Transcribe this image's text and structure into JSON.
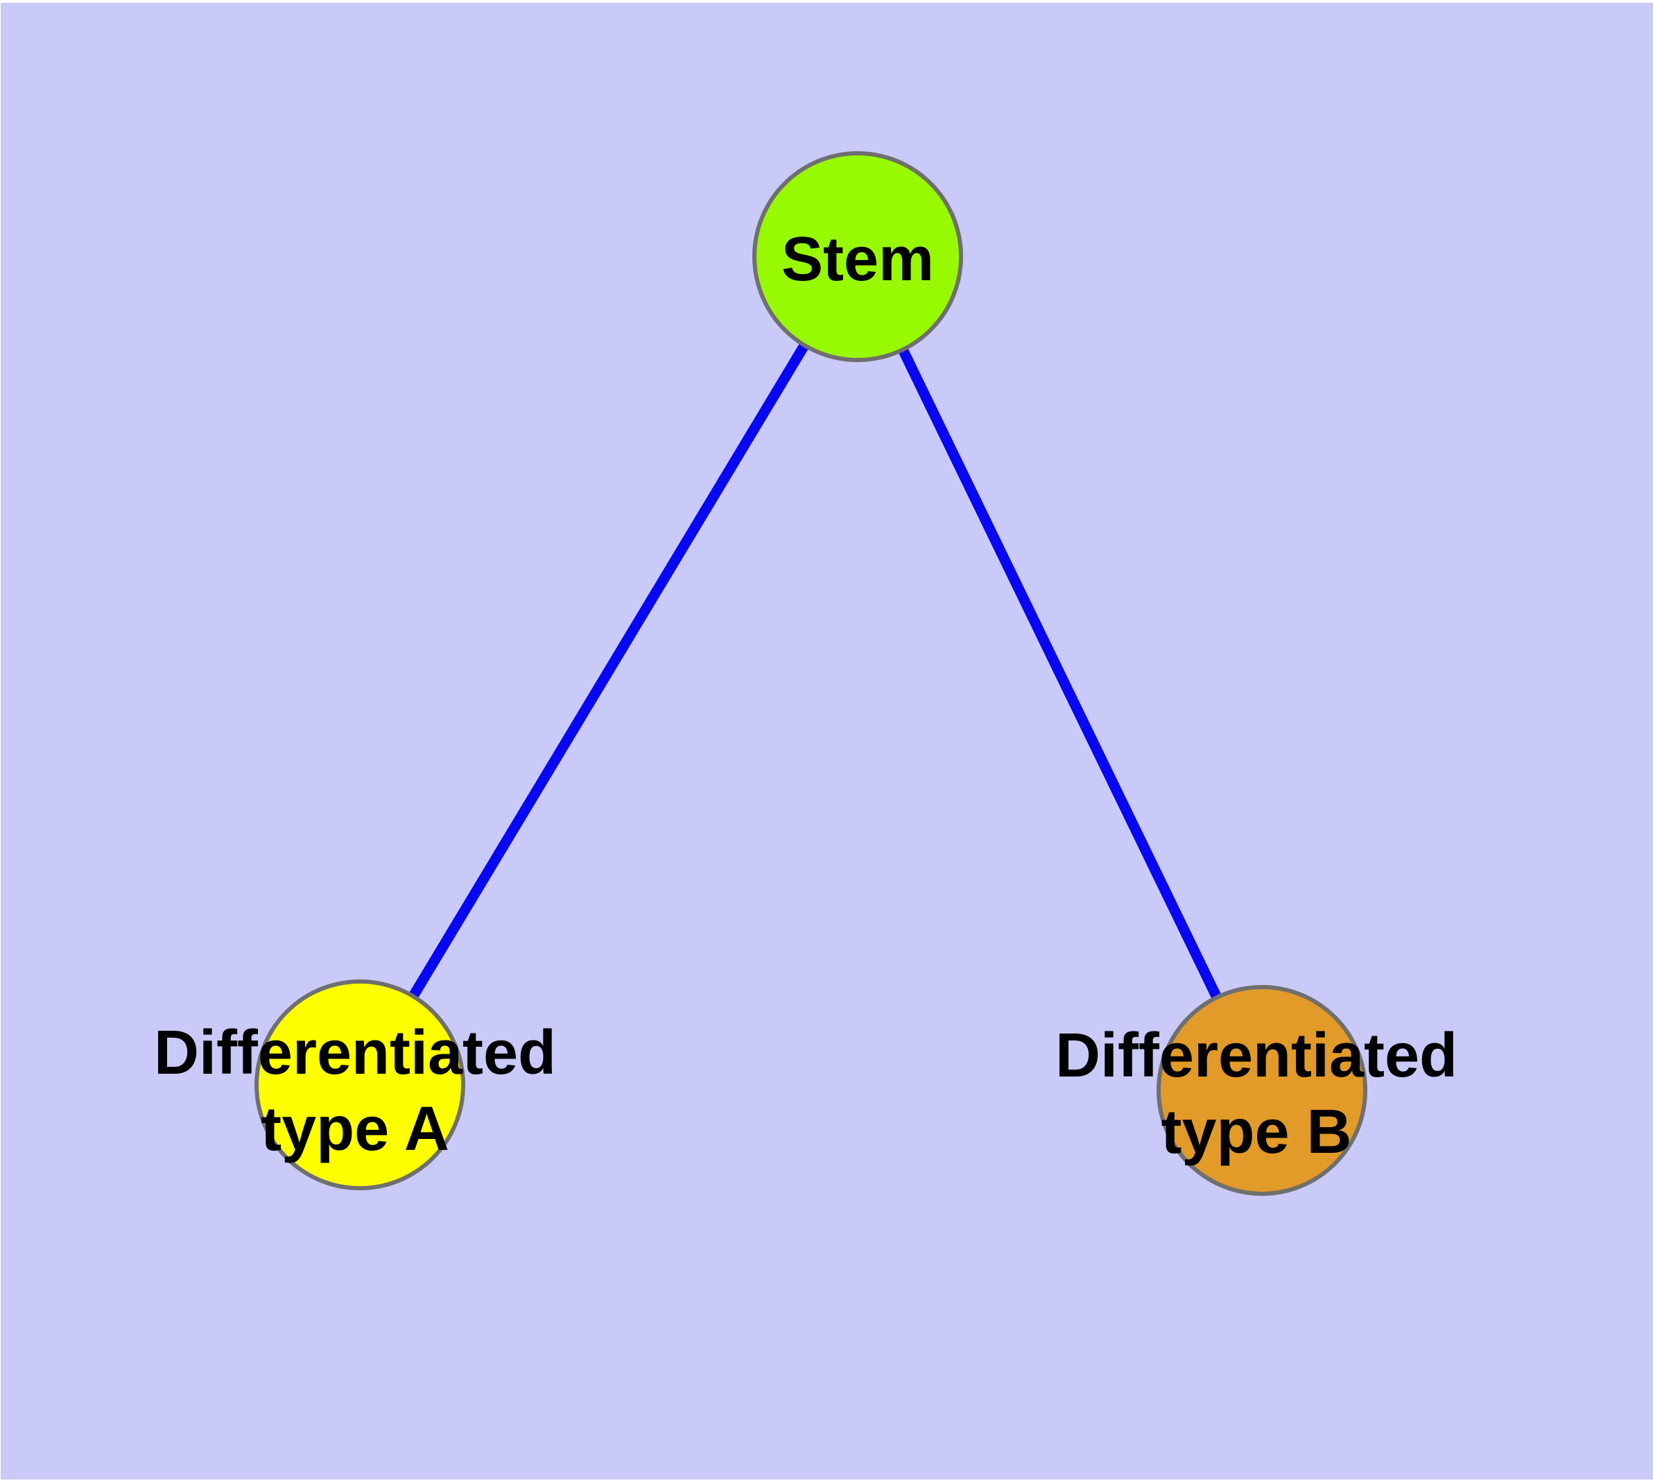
{
  "diagram": {
    "background_color": "#CACAF8",
    "margin_color": "#FFFFFF",
    "edge_color": "#0707F2",
    "node_border_color": "#6F6F6F",
    "label_color": "#000000",
    "nodes": [
      {
        "id": "stem",
        "lines": [
          "Stem"
        ],
        "fill": "#98FA00"
      },
      {
        "id": "differentiated-type-a",
        "lines": [
          "Differentiated",
          "type A"
        ],
        "fill": "#FFFF00"
      },
      {
        "id": "differentiated-type-b",
        "lines": [
          "Differentiated",
          "type B"
        ],
        "fill": "#E29A28"
      }
    ],
    "edges": [
      {
        "from": "stem",
        "to": "differentiated-type-a"
      },
      {
        "from": "stem",
        "to": "differentiated-type-b"
      }
    ]
  }
}
